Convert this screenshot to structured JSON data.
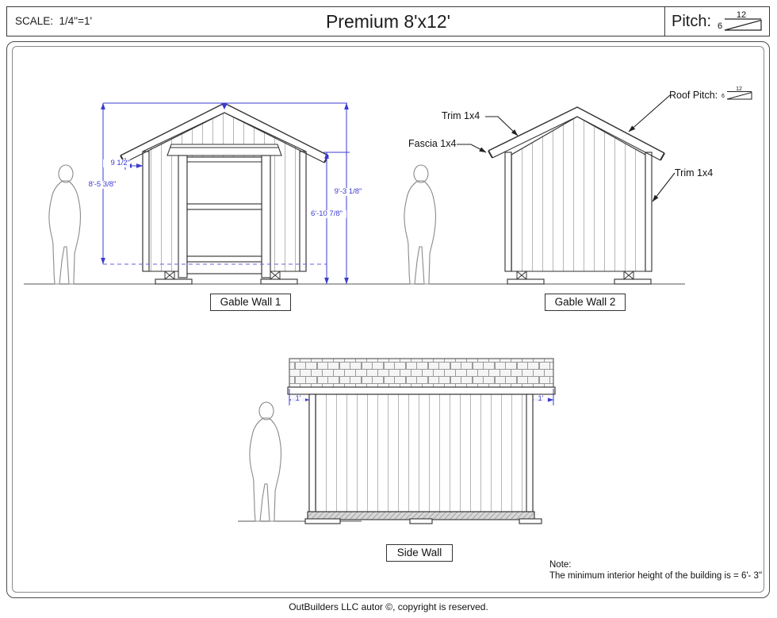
{
  "header": {
    "scale_label": "SCALE:  1/4\"=1'",
    "title": "Premium 8'x12'",
    "pitch_label": "Pitch:",
    "pitch_rise": "6",
    "pitch_run": "12"
  },
  "views": {
    "gable1": {
      "label": "Gable Wall 1",
      "dims": {
        "overhang": "9 1/2\"",
        "floor_to_peak": "8'-5 3/8\"",
        "ground_to_peak": "9'-3 1/8\"",
        "ground_to_eave": "6'-10 7/8\""
      }
    },
    "gable2": {
      "label": "Gable Wall 2",
      "callouts": {
        "trim_roof": "Trim 1x4",
        "fascia": "Fascia 1x4",
        "roof_pitch_label": "Roof Pitch:",
        "pitch_rise": "6",
        "pitch_run": "12",
        "trim_wall": "Trim 1x4"
      }
    },
    "side": {
      "label": "Side Wall",
      "dims": {
        "overhang_left": "1'",
        "overhang_right": "1'"
      }
    }
  },
  "note": {
    "title": "Note:",
    "body": "The minimum interior height of the building is = 6'- 3\""
  },
  "footer": {
    "copyright": "OutBuilders LLC autor ©, copyright is reserved."
  },
  "colors": {
    "dimension_blue": "#3b3bd1",
    "drawing_line": "#2f2f2f"
  }
}
